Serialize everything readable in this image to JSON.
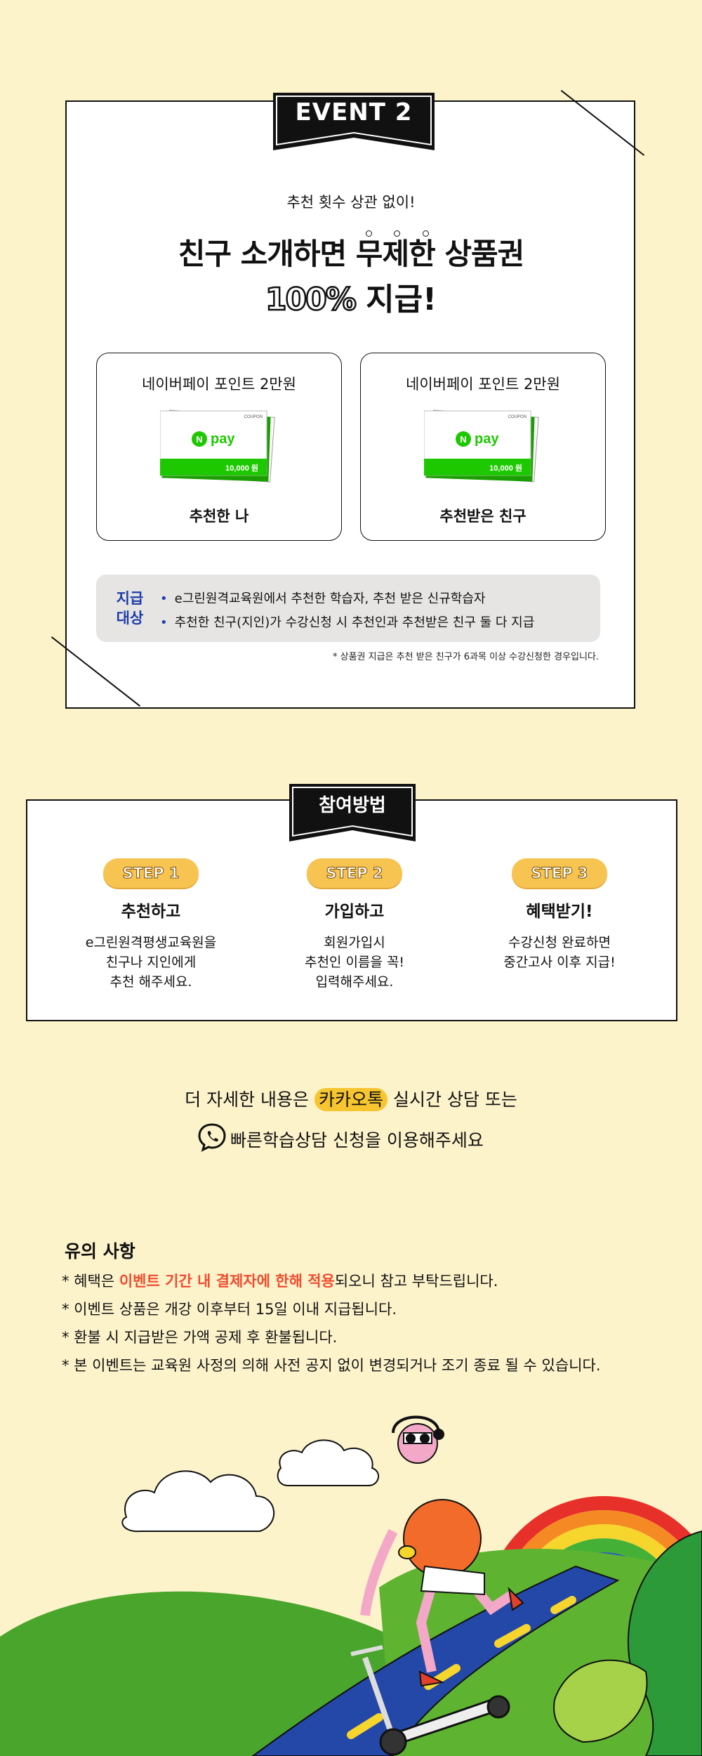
{
  "event": {
    "badge": "EVENT 2",
    "subtitle": "추천 횟수 상관 없이!",
    "headline_1": "친구 소개하면 무제한 상품권",
    "headline_pct": "100%",
    "headline_2_rest": " 지급!",
    "cards": [
      {
        "title": "네이버페이 포인트 2만원",
        "label": "추천한 나",
        "coupon_brand": "pay",
        "coupon_value": "10,000 원",
        "coupon_tag": "COUPON"
      },
      {
        "title": "네이버페이 포인트 2만원",
        "label": "추천받은 친구",
        "coupon_brand": "pay",
        "coupon_value": "10,000 원",
        "coupon_tag": "COUPON"
      }
    ],
    "target_label_1": "지급",
    "target_label_2": "대상",
    "target_items": [
      "e그린원격교육원에서 추천한 학습자, 추천 받은 신규학습자",
      "추천한 친구(지인)가 수강신청 시 추천인과 추천받은 친구 둘 다 지급"
    ],
    "note": "* 상품권 지급은 추천 받은 친구가 6과목 이상 수강신청한 경우입니다."
  },
  "how": {
    "badge": "참여방법",
    "steps": [
      {
        "pill": "STEP 1",
        "title": "추천하고",
        "desc": [
          "e그린원격평생교육원을",
          "친구나 지인에게",
          "추천 해주세요."
        ]
      },
      {
        "pill": "STEP 2",
        "title": "가입하고",
        "desc": [
          "회원가입시",
          "추천인 이름을 꼭!",
          "입력해주세요."
        ]
      },
      {
        "pill": "STEP 3",
        "title": "혜택받기!",
        "desc": [
          "수강신청 완료하면",
          "중간고사 이후 지급!"
        ]
      }
    ]
  },
  "contact": {
    "pre": "더 자세한 내용은 ",
    "kakao": "카카오톡",
    "post": " 실시간 상담 또는",
    "line2": "빠른학습상담 신청을 이용해주세요"
  },
  "caution": {
    "title": "유의 사항",
    "line1_pre": "* 혜택은 ",
    "line1_hl": "이벤트 기간 내 결제자에 한해 적용",
    "line1_post": "되오니 참고 부탁드립니다.",
    "line2": "* 이벤트 상품은 개강 이후부터 15일 이내 지급됩니다.",
    "line3": "* 환불 시 지급받은 가액 공제 후 환불됩니다.",
    "line4": "* 본 이벤트는 교육원 사정의 의해 사전 공지 없이 변경되거나 조기 종료 될 수 있습니다."
  },
  "colors": {
    "background": "#fdf3cb",
    "accent_yellow": "#f7c451",
    "naver_green": "#1ec800",
    "highlight_red": "#f04c2f",
    "blue": "#1d3ea8"
  }
}
